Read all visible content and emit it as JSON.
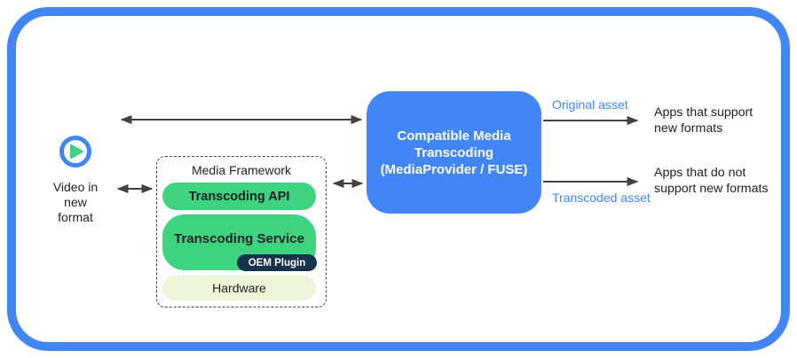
{
  "colors": {
    "accent-blue": "#4285f4",
    "label-blue": "#4285f4",
    "green": "#3ed47f",
    "navy": "#17324d",
    "pale": "#eef5d6",
    "arrow": "#3f4347",
    "dash": "#434343",
    "text": "#202124"
  },
  "source": {
    "icon": "play-icon",
    "label_lines": [
      "Video in",
      "new",
      "format"
    ]
  },
  "media_framework": {
    "title": "Media Framework",
    "layers": {
      "api": "Transcoding API",
      "service": "Transcoding Service",
      "oem_plugin": "OEM Plugin",
      "hardware": "Hardware"
    }
  },
  "transcoder_box": {
    "lines": [
      "Compatible Media",
      "Transcoding",
      "(MediaProvider / FUSE)"
    ]
  },
  "outputs": {
    "original": {
      "arrow_label": "Original asset",
      "target_lines": [
        "Apps that support",
        "new formats"
      ]
    },
    "transcoded": {
      "arrow_label": "Transcoded asset",
      "target_lines": [
        "Apps that do not",
        "support new formats"
      ]
    }
  }
}
